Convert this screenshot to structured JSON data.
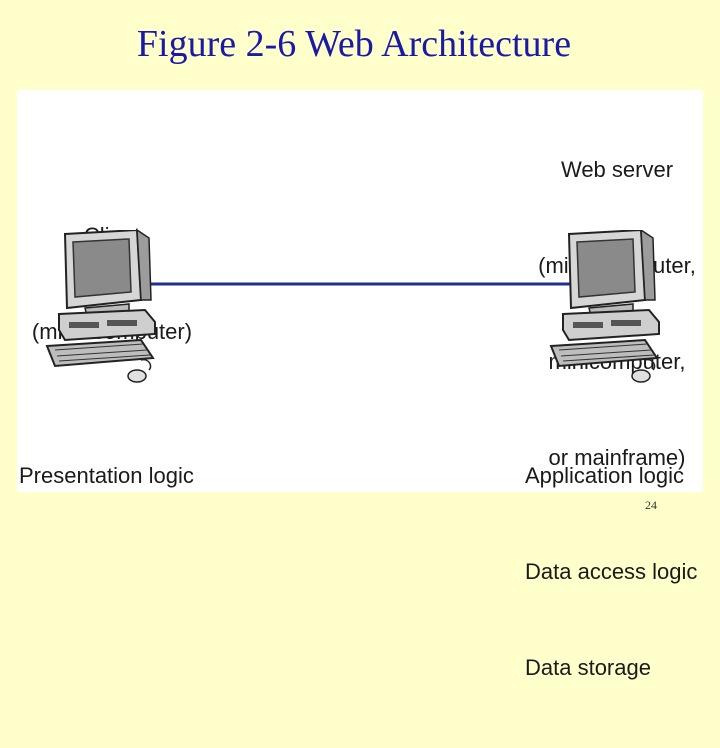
{
  "slide": {
    "title": "Figure 2-6 Web Architecture",
    "page_number": "24"
  },
  "diagram": {
    "client": {
      "label_lines": [
        "Client",
        "(microcomputer)"
      ],
      "logic_lines": [
        "Presentation logic"
      ]
    },
    "server": {
      "label_lines": [
        "Web server",
        "(microcomputer,",
        "minicomputer,",
        "or mainframe)"
      ],
      "logic_lines": [
        "Application logic",
        "Data access logic",
        "Data storage"
      ]
    },
    "connection_color": "#1f2f8f"
  }
}
